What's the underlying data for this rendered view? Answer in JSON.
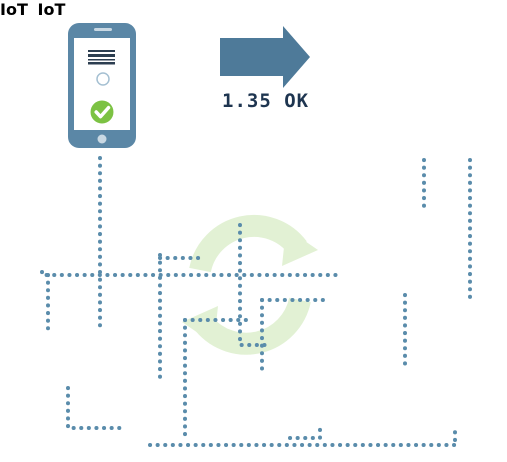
{
  "transfer": {
    "status_text": "1.35 OK"
  },
  "chips": {
    "large_label": "IoT",
    "small_label": "IoT"
  },
  "colors": {
    "device": "#4e7a99",
    "device_dark": "#45708f",
    "check": "#7cc243",
    "links": "#5a8cab",
    "sync_arrows": "#dff0d0",
    "arrow": "#4e7a99"
  },
  "icons": [
    "phone-icon",
    "tablet-icon",
    "qr-code-icon",
    "barcode-icon",
    "check-badge-icon",
    "server-rack-icon",
    "desktop-computer-icon",
    "monitor-icon",
    "iot-chip-icon",
    "sync-arrows-icon",
    "right-arrow-icon",
    "touch-hand-icon"
  ]
}
